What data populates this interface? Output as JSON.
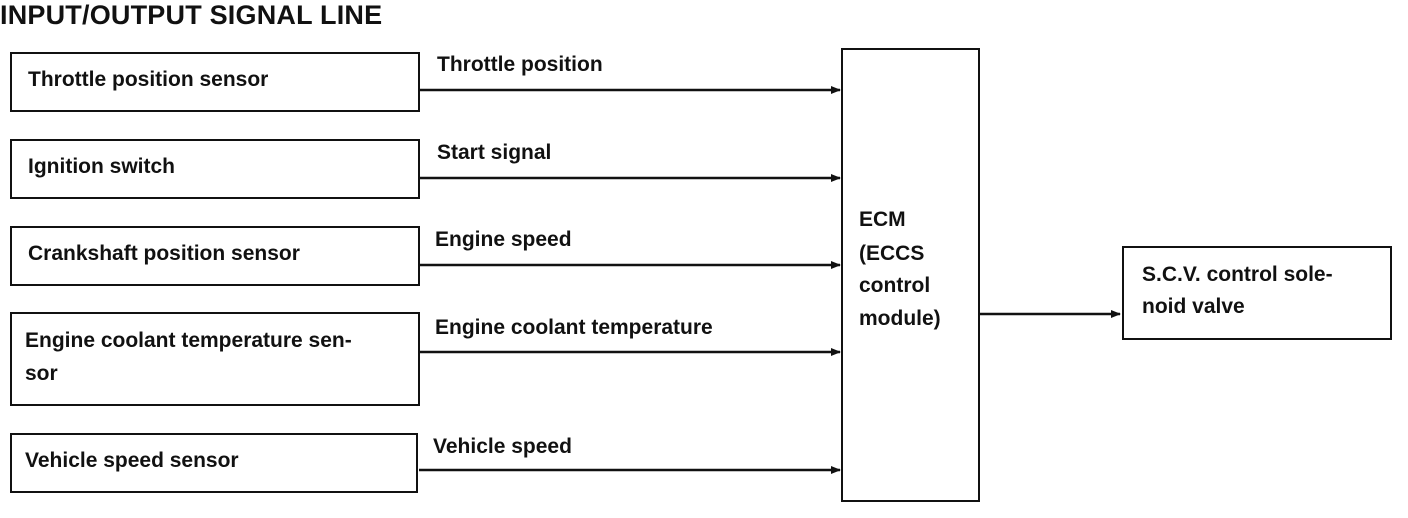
{
  "title": "INPUT/OUTPUT SIGNAL LINE",
  "inputs": [
    {
      "sensor": "Throttle position sensor",
      "signal": "Throttle position"
    },
    {
      "sensor": "Ignition switch",
      "signal": "Start signal"
    },
    {
      "sensor": "Crankshaft position sensor",
      "signal": "Engine speed"
    },
    {
      "sensor_line1": "Engine coolant temperature sen-",
      "sensor_line2": "sor",
      "signal": "Engine coolant temperature"
    },
    {
      "sensor": "Vehicle speed sensor",
      "signal": "Vehicle speed"
    }
  ],
  "ecm": {
    "line1": "ECM",
    "line2": "(ECCS",
    "line3": "control",
    "line4": "module)"
  },
  "output": {
    "line1": "S.C.V. control sole-",
    "line2": "noid valve"
  }
}
